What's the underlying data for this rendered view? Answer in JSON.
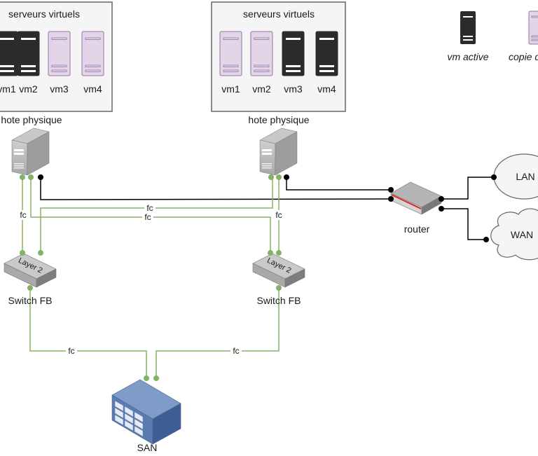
{
  "colors": {
    "vm_active_fill": "#2b2b2b",
    "vm_copy_fill": "#e1d5e7",
    "vm_copy_stroke": "#9673a6",
    "fc_link": "#82b366",
    "eth_link": "#000000",
    "group_fill": "#f5f5f5",
    "group_stroke": "#666666",
    "san_fill": "#5a7bb0"
  },
  "legend": {
    "active_label": "vm active",
    "copy_label": "copie de vm"
  },
  "hosts": [
    {
      "group_title": "serveurs virtuels",
      "label": "hote physique",
      "vms": [
        {
          "name": "vm1",
          "state": "active"
        },
        {
          "name": "vm2",
          "state": "active"
        },
        {
          "name": "vm3",
          "state": "copy"
        },
        {
          "name": "vm4",
          "state": "copy"
        }
      ]
    },
    {
      "group_title": "serveurs virtuels",
      "label": "hote physique",
      "vms": [
        {
          "name": "vm1",
          "state": "copy"
        },
        {
          "name": "vm2",
          "state": "copy"
        },
        {
          "name": "vm3",
          "state": "active"
        },
        {
          "name": "vm4",
          "state": "active"
        }
      ]
    }
  ],
  "switches": [
    {
      "label": "Switch FB",
      "badge": "Layer 2"
    },
    {
      "label": "Switch FB",
      "badge": "Layer 2"
    }
  ],
  "router": {
    "label": "router"
  },
  "networks": {
    "lan": "LAN",
    "wan": "WAN"
  },
  "storage": {
    "label": "SAN"
  },
  "link_labels": {
    "fc": "fc"
  }
}
